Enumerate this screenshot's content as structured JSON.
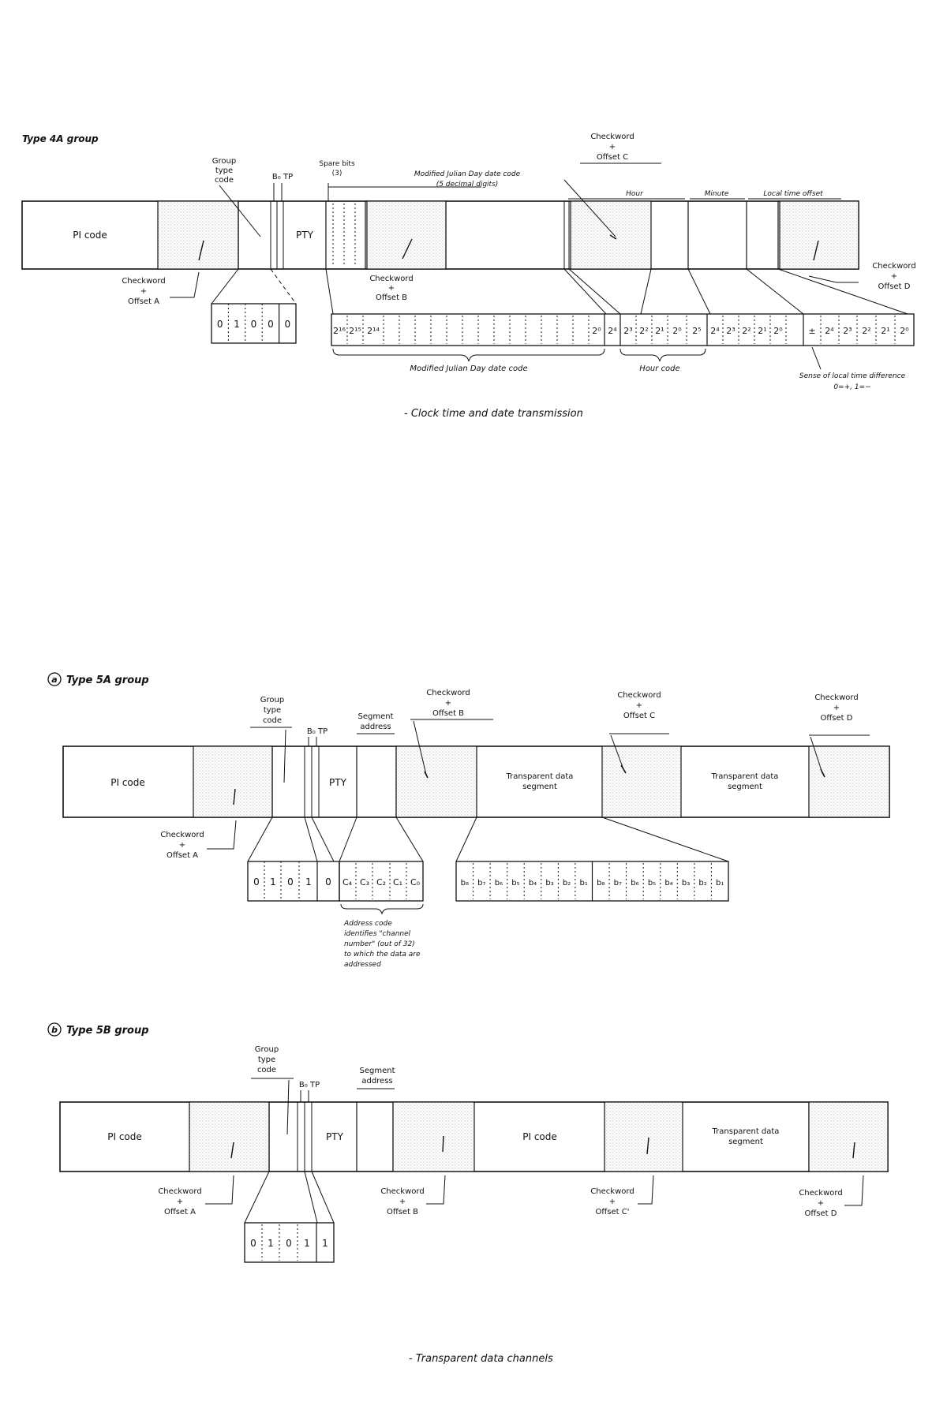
{
  "fig4a": {
    "heading": "Type 4A group",
    "pi": "PI code",
    "group_type_code": [
      "Group",
      "type",
      "code"
    ],
    "b0tp": "B₀ TP",
    "pty": "PTY",
    "spare_bits": [
      "Spare bits",
      "(3)"
    ],
    "mjd_block": [
      "Modified Julian Day date code",
      "(5 decimal digits)"
    ],
    "checkword_c": [
      "Checkword",
      "+",
      "Offset C"
    ],
    "hour": "Hour",
    "minute": "Minute",
    "local_offset": "Local time offset",
    "checkword_a": [
      "Checkword",
      "+",
      "Offset A"
    ],
    "checkword_b": [
      "Checkword",
      "+",
      "Offset B"
    ],
    "checkword_d": [
      "Checkword",
      "+",
      "Offset D"
    ],
    "bits_group": [
      "0",
      "1",
      "0",
      "0",
      "0"
    ],
    "bits_mjd_start": [
      "2¹⁶",
      "2¹⁵",
      "2¹⁴"
    ],
    "bits_mjd_end": [
      "2⁰",
      "2⁴"
    ],
    "bits_hour": [
      "2³",
      "2²",
      "2¹",
      "2⁰"
    ],
    "bits_minute": [
      "2⁵",
      "2⁴",
      "2³",
      "2²",
      "2¹",
      "2⁰"
    ],
    "bits_offset": [
      "±",
      "2⁴",
      "2³",
      "2²",
      "2¹",
      "2⁰"
    ],
    "mjd_label": "Modified Julian Day date code",
    "hour_label": "Hour code",
    "sense_label": [
      "Sense of local time difference",
      "0=+, 1=−"
    ],
    "caption": "- Clock time and date transmission"
  },
  "fig5a": {
    "heading": "Type 5A group",
    "marker": "a",
    "pi": "PI code",
    "group_type_code": [
      "Group",
      "type",
      "code"
    ],
    "b0tp": "B₀ TP",
    "pty": "PTY",
    "segment_address": [
      "Segment",
      "address"
    ],
    "checkword_b": [
      "Checkword",
      "+",
      "Offset B"
    ],
    "checkword_c": [
      "Checkword",
      "+",
      "Offset C"
    ],
    "checkword_d": [
      "Checkword",
      "+",
      "Offset D"
    ],
    "checkword_a": [
      "Checkword",
      "+",
      "Offset A"
    ],
    "transparent_1": [
      "Transparent data",
      "segment"
    ],
    "transparent_2": [
      "Transparent data",
      "segment"
    ],
    "bits_group": [
      "0",
      "1",
      "0",
      "1",
      "0"
    ],
    "bits_address": [
      "C₄",
      "C₃",
      "C₂",
      "C₁",
      "C₀"
    ],
    "bits_data": [
      "b₈",
      "b₇",
      "b₆",
      "b₅",
      "b₄",
      "b₃",
      "b₂",
      "b₁",
      "b₈",
      "b₇",
      "b₆",
      "b₅",
      "b₄",
      "b₃",
      "b₂",
      "b₁"
    ],
    "address_note": [
      "Address code",
      "identifies \"channel",
      "number\" (out of 32)",
      "to which the data are",
      "addressed"
    ]
  },
  "fig5b": {
    "heading": "Type 5B group",
    "marker": "b",
    "pi": "PI code",
    "pi_2": "PI code",
    "group_type_code": [
      "Group",
      "type",
      "code"
    ],
    "b0tp": "B₀ TP",
    "pty": "PTY",
    "segment_address": [
      "Segment",
      "address"
    ],
    "transparent": [
      "Transparent data",
      "segment"
    ],
    "checkword_a": [
      "Checkword",
      "+",
      "Offset A"
    ],
    "checkword_b": [
      "Checkword",
      "+",
      "Offset B"
    ],
    "checkword_c": [
      "Checkword",
      "+",
      "Offset C'"
    ],
    "checkword_d": [
      "Checkword",
      "+",
      "Offset D"
    ],
    "bits_group": [
      "0",
      "1",
      "0",
      "1",
      "1"
    ],
    "caption": "- Transparent data channels"
  }
}
